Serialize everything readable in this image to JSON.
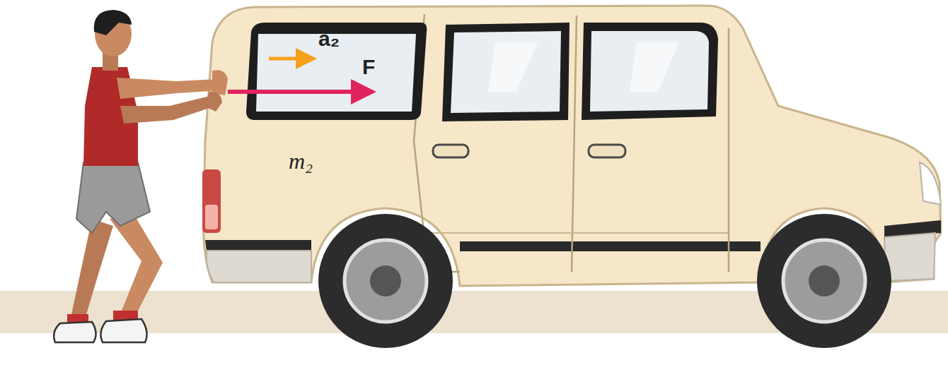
{
  "diagram": {
    "labels": [
      "a₂",
      "F",
      "m₂"
    ]
  }
}
